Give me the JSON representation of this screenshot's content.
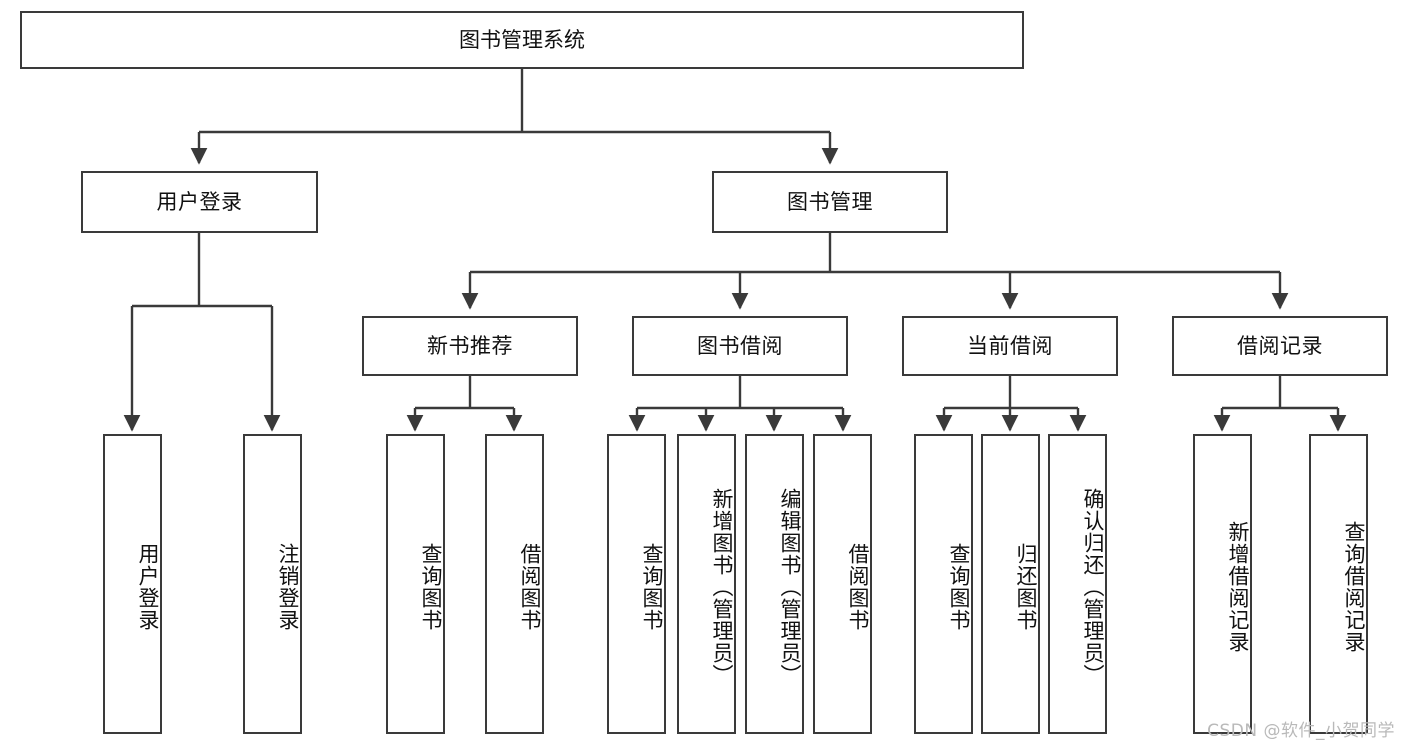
{
  "diagram": {
    "title": "图书管理系统",
    "type": "tree-hierarchy-diagram",
    "line_color": "#3a3a3a",
    "box_fill": "#ffffff",
    "watermark": "CSDN @软件_小贺同学"
  },
  "nodes": {
    "root": {
      "label": "图书管理系统"
    },
    "level2": [
      {
        "label": "用户登录"
      },
      {
        "label": "图书管理"
      }
    ],
    "level3": [
      {
        "label": "新书推荐"
      },
      {
        "label": "图书借阅"
      },
      {
        "label": "当前借阅"
      },
      {
        "label": "借阅记录"
      }
    ],
    "leaves": {
      "user_login": [
        {
          "label": "用户登录"
        },
        {
          "label": "注销登录"
        }
      ],
      "new_book": [
        {
          "label": "查询图书"
        },
        {
          "label": "借阅图书"
        }
      ],
      "book_borrow": [
        {
          "label": "查询图书"
        },
        {
          "label": "新增图书（管理员）"
        },
        {
          "label": "编辑图书（管理员）"
        },
        {
          "label": "借阅图书"
        }
      ],
      "current_borrow": [
        {
          "label": "查询图书"
        },
        {
          "label": "归还图书"
        },
        {
          "label": "确认归还（管理员）"
        }
      ],
      "borrow_record": [
        {
          "label": "新增借阅记录"
        },
        {
          "label": "查询借阅记录"
        }
      ]
    }
  }
}
